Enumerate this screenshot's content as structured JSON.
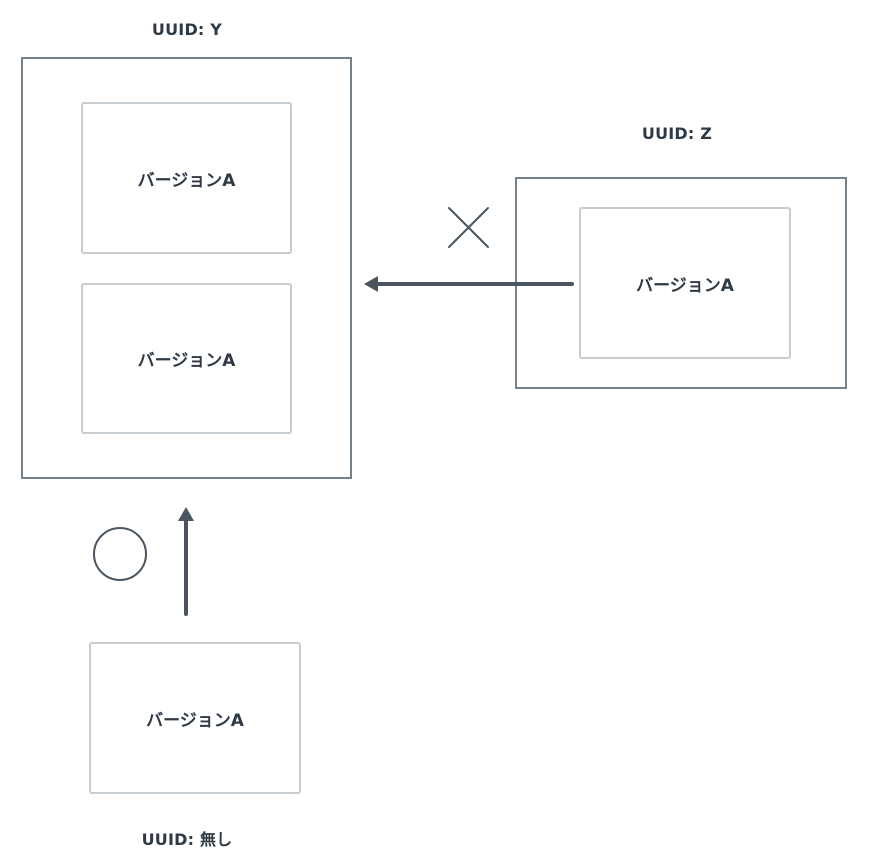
{
  "containers": {
    "y": {
      "label": "UUID: Y",
      "items": [
        "バージョンA",
        "バージョンA"
      ]
    },
    "z": {
      "label": "UUID: Z",
      "items": [
        "バージョンA"
      ]
    },
    "none": {
      "label": "UUID: 無し",
      "items": [
        "バージョンA"
      ]
    }
  },
  "relations": [
    {
      "from": "z",
      "to": "y",
      "allowed": false,
      "mark": "cross-icon"
    },
    {
      "from": "none",
      "to": "y",
      "allowed": true,
      "mark": "circle-icon"
    }
  ],
  "colors": {
    "outer_border": "#76828b",
    "inner_border": "#c5ccd2",
    "arrow": "#4a5560",
    "mark": "#4a5560",
    "text": "#2f3a45"
  }
}
